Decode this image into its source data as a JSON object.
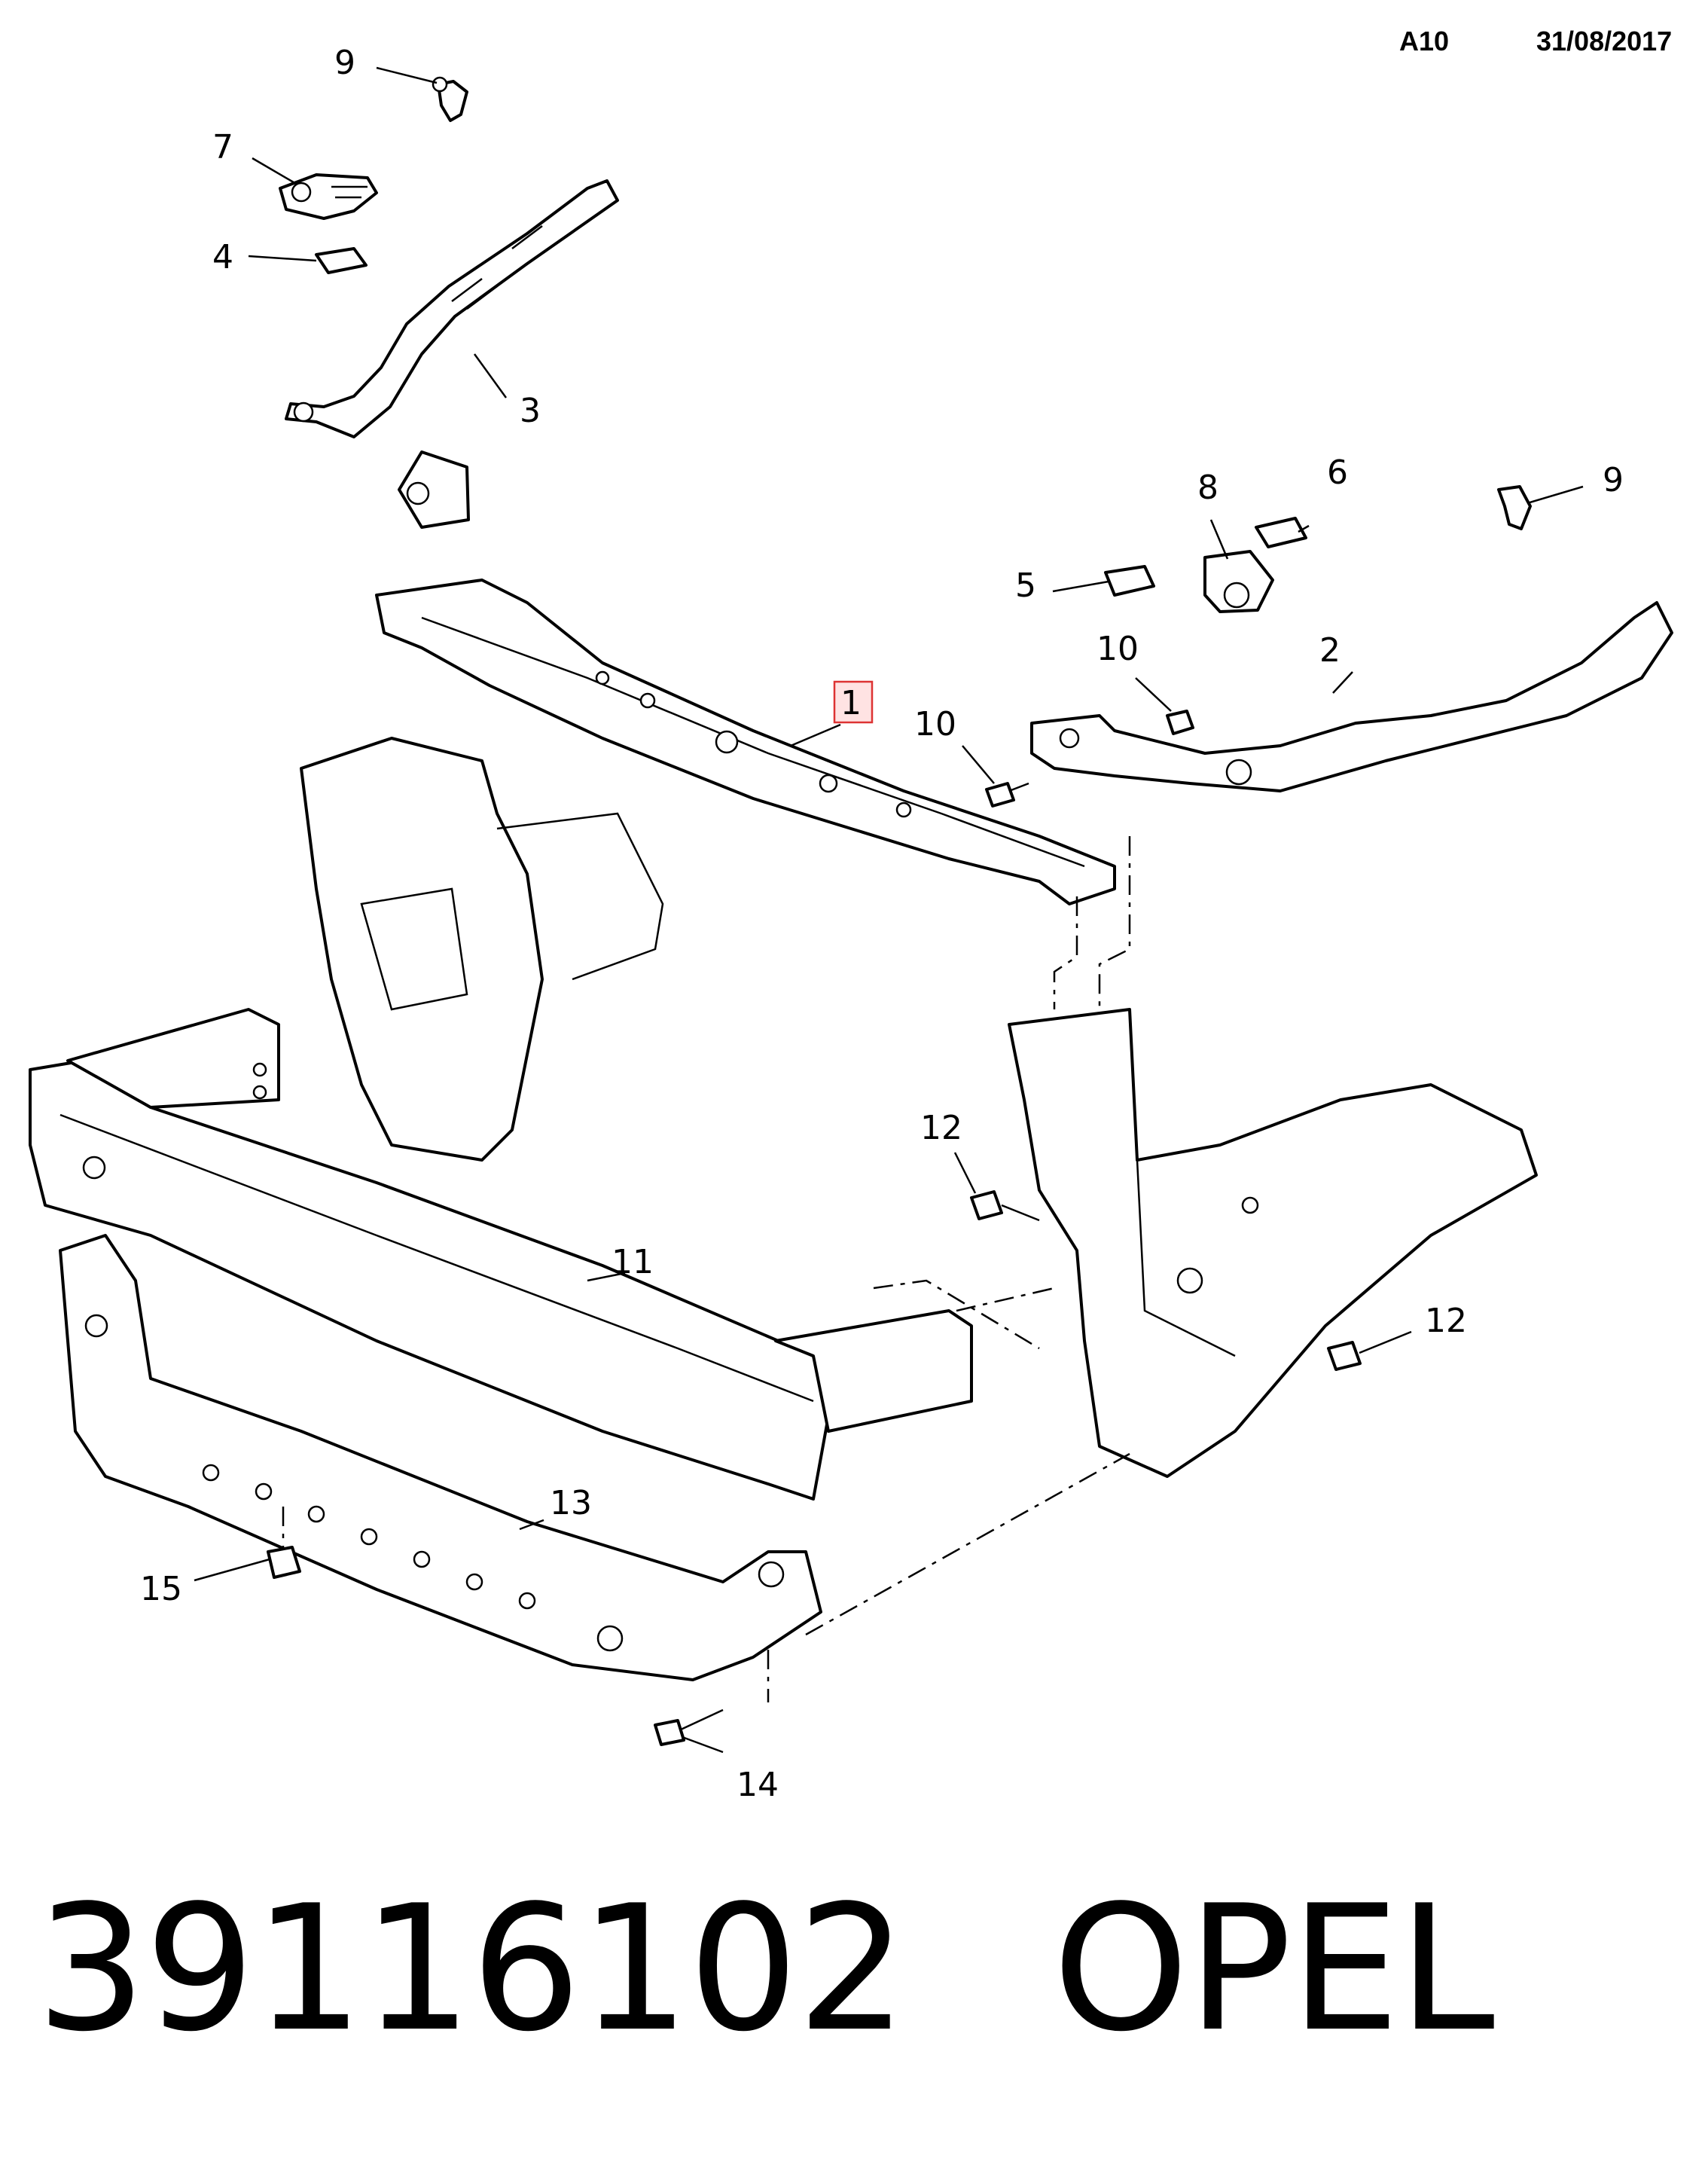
{
  "header": {
    "code": "A10",
    "date": "31/08/2017"
  },
  "callouts": {
    "c1": "1",
    "c2": "2",
    "c3": "3",
    "c4": "4",
    "c5": "5",
    "c6": "6",
    "c7": "7",
    "c8": "8",
    "c9a": "9",
    "c9b": "9",
    "c10a": "10",
    "c10b": "10",
    "c11": "11",
    "c12a": "12",
    "c12b": "12",
    "c13": "13",
    "c14": "14",
    "c15": "15"
  },
  "highlight_color": "#d33333",
  "footer": {
    "part_number": "39116102",
    "brand": "OPEL"
  }
}
